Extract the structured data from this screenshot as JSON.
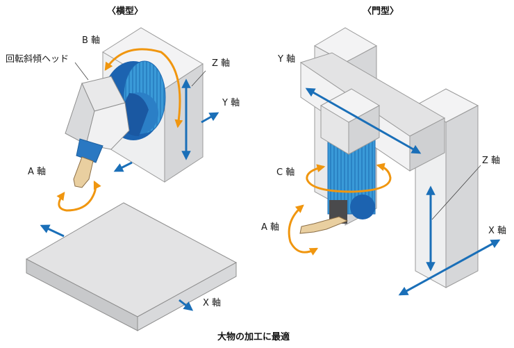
{
  "left": {
    "title": "〈横型〉",
    "head_label": "回転斜傾ヘッド",
    "axes": {
      "b": "B 軸",
      "z": "Z 軸",
      "y": "Y 軸",
      "a": "A 軸",
      "x": "X 軸"
    }
  },
  "right": {
    "title": "〈門型〉",
    "axes": {
      "y": "Y 軸",
      "z": "Z 軸",
      "c": "C 軸",
      "a": "A 軸",
      "x": "X 軸"
    }
  },
  "footer": {
    "caption": "大物の加工に最適"
  },
  "colors": {
    "arrow_blue": "#1a6fb8",
    "rotation_orange": "#f0960f",
    "body_light": "#efeff0",
    "body_mid": "#d3d4d6",
    "spindle_blue": "#3a9ad8",
    "tool_tan": "#e9cfa0"
  }
}
